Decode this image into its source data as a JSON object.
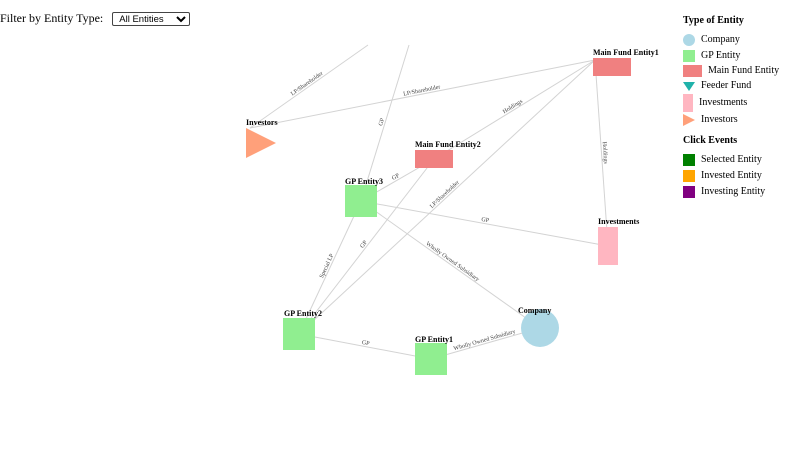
{
  "filter": {
    "label": "Filter by Entity Type:",
    "selected": "All Entities"
  },
  "legend": {
    "type_title": "Type of Entity",
    "types": [
      {
        "label": "Company",
        "shape": "circle",
        "color": "#add8e6"
      },
      {
        "label": "GP Entity",
        "shape": "square",
        "color": "#90ee90"
      },
      {
        "label": "Main Fund Entity",
        "shape": "rect",
        "color": "#f08080"
      },
      {
        "label": "Feeder Fund",
        "shape": "triangle-down",
        "color": "#20b2aa"
      },
      {
        "label": "Investments",
        "shape": "tall-rect",
        "color": "#ffb6c1"
      },
      {
        "label": "Investors",
        "shape": "triangle-right",
        "color": "#ffa07a"
      }
    ],
    "events_title": "Click Events",
    "events": [
      {
        "label": "Selected Entity",
        "color": "#008000"
      },
      {
        "label": "Invested Entity",
        "color": "#ffa500"
      },
      {
        "label": "Investing Entity",
        "color": "#800080"
      }
    ]
  },
  "graph": {
    "nodes": [
      {
        "id": "main1",
        "label": "Main Fund Entity1",
        "type": "Main Fund Entity"
      },
      {
        "id": "main2",
        "label": "Main Fund Entity2",
        "type": "Main Fund Entity"
      },
      {
        "id": "investors",
        "label": "Investors",
        "type": "Investors"
      },
      {
        "id": "gp3",
        "label": "GP Entity3",
        "type": "GP Entity"
      },
      {
        "id": "investments",
        "label": "Investments",
        "type": "Investments"
      },
      {
        "id": "gp2",
        "label": "GP Entity2",
        "type": "GP Entity"
      },
      {
        "id": "company",
        "label": "Company",
        "type": "Company"
      },
      {
        "id": "gp1",
        "label": "GP Entity1",
        "type": "GP Entity"
      },
      {
        "id": "offscreen1",
        "label": "",
        "type": ""
      },
      {
        "id": "offscreen2",
        "label": "",
        "type": ""
      }
    ],
    "edges": [
      {
        "source": "investors",
        "target": "offscreen1",
        "label": "LP/Shareholder"
      },
      {
        "source": "investors",
        "target": "main1",
        "label": "LP/Shareholder"
      },
      {
        "source": "main2",
        "target": "main1",
        "label": "Holdings"
      },
      {
        "source": "main1",
        "target": "investments",
        "label": "Holdings"
      },
      {
        "source": "gp3",
        "target": "offscreen2",
        "label": "GP"
      },
      {
        "source": "gp3",
        "target": "main2",
        "label": "GP"
      },
      {
        "source": "gp3",
        "target": "investments",
        "label": "GP"
      },
      {
        "source": "gp3",
        "target": "company",
        "label": "Wholly Owned Subsidiary"
      },
      {
        "source": "gp2",
        "target": "main2",
        "label": "GP"
      },
      {
        "source": "gp2",
        "target": "gp3",
        "label": "Special LP"
      },
      {
        "source": "gp2",
        "target": "main1",
        "label": "LP/Shareholder"
      },
      {
        "source": "gp2",
        "target": "gp1",
        "label": "GP"
      },
      {
        "source": "gp1",
        "target": "company",
        "label": "Wholly Owned Subsidiary"
      }
    ]
  }
}
